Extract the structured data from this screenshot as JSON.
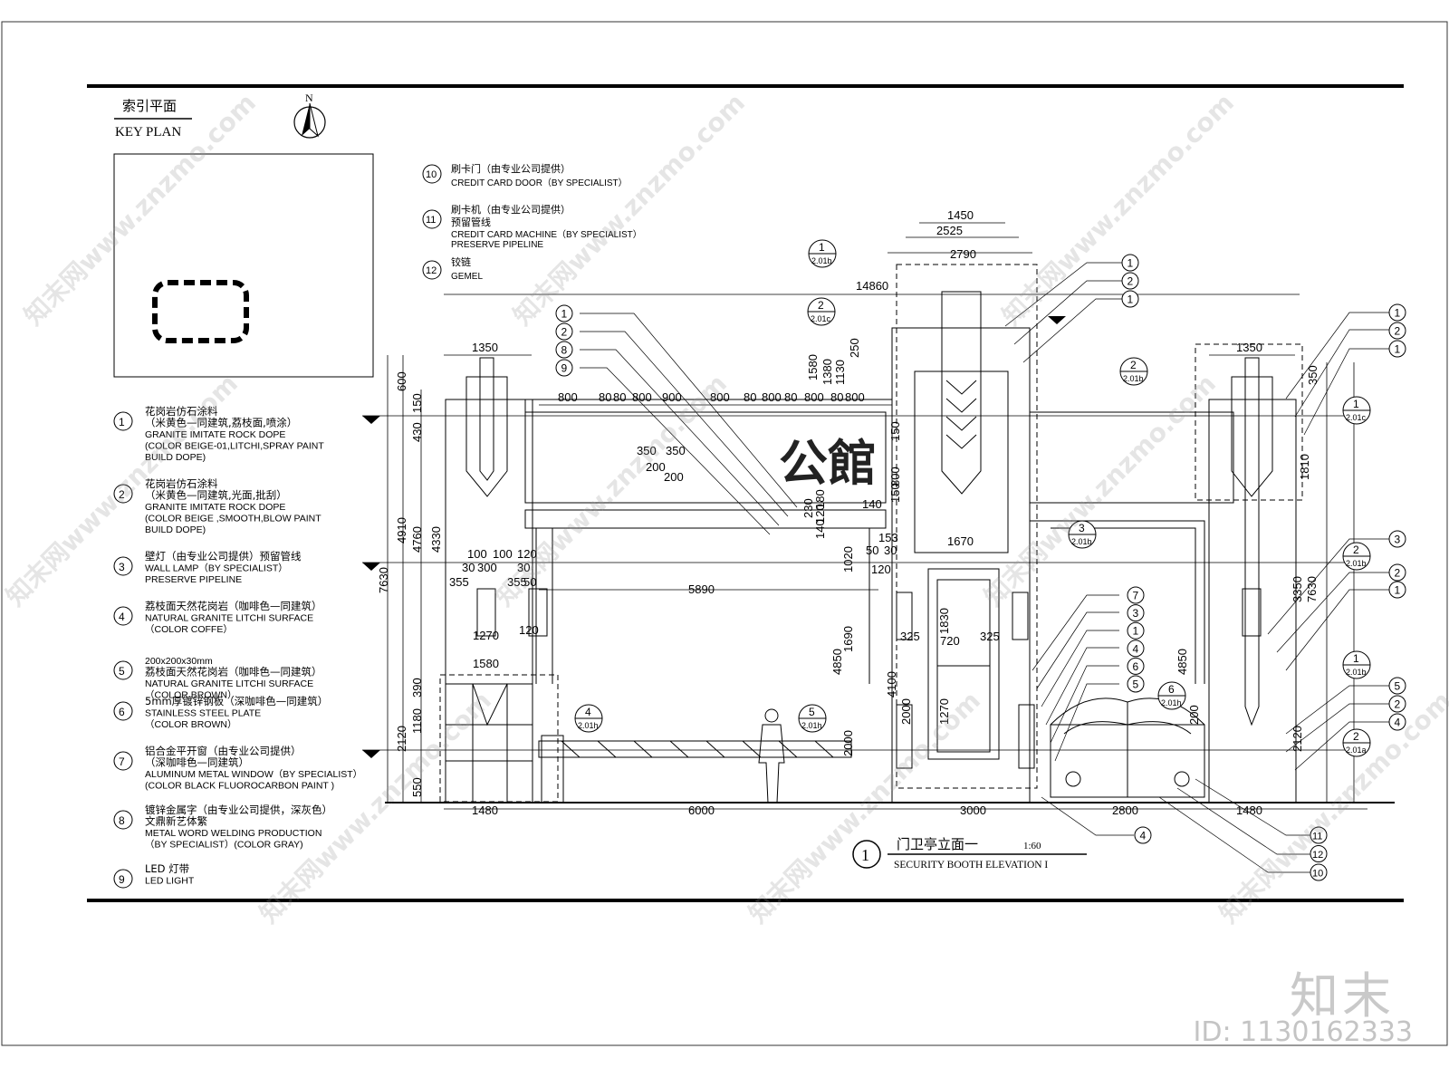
{
  "key_plan": {
    "title_cn": "索引平面",
    "title_en": "KEY PLAN",
    "north": "N"
  },
  "specialist_notes": [
    {
      "num": "10",
      "cn": "刷卡门（由专业公司提供）",
      "en": "CREDIT CARD DOOR（BY SPECIALIST）",
      "en2": ""
    },
    {
      "num": "11",
      "cn": "刷卡机（由专业公司提供）",
      "cn2": "预留管线",
      "en": "CREDIT CARD MACHINE（BY SPECIALIST）",
      "en2": "PRESERVE PIPELINE"
    },
    {
      "num": "12",
      "cn": "铰链",
      "en": "GEMEL",
      "en2": ""
    }
  ],
  "legend": [
    {
      "num": "1",
      "lines": [
        "花岗岩仿石涂料",
        "（米黄色—同建筑,荔枝面,喷涂）",
        "GRANITE IMITATE ROCK DOPE",
        "(COLOR BEIGE-01,LITCHI,SPRAY PAINT",
        "BUILD DOPE)"
      ]
    },
    {
      "num": "2",
      "lines": [
        "花岗岩仿石涂料",
        "（米黄色—同建筑,光面,批刮）",
        "GRANITE IMITATE ROCK DOPE",
        "(COLOR BEIGE ,SMOOTH,BLOW PAINT",
        "BUILD DOPE)"
      ]
    },
    {
      "num": "3",
      "lines": [
        "壁灯（由专业公司提供）预留管线",
        "WALL LAMP（BY SPECIALIST）",
        "PRESERVE PIPELINE"
      ]
    },
    {
      "num": "4",
      "lines": [
        "荔枝面天然花岗岩（咖啡色—同建筑）",
        "NATURAL GRANITE LITCHI SURFACE",
        "（COLOR  COFFE）"
      ]
    },
    {
      "num": "5",
      "lines": [
        "200x200x30mm",
        "荔枝面天然花岗岩（咖啡色—同建筑）",
        "NATURAL GRANITE LITCHI SURFACE",
        "（COLOR  BROWN）"
      ]
    },
    {
      "num": "6",
      "lines": [
        "5mm厚镀锌钢板（深咖啡色—同建筑）",
        "STAINLESS STEEL PLATE",
        "（COLOR  BROWN）"
      ]
    },
    {
      "num": "7",
      "lines": [
        "铝合金平开窗（由专业公司提供）",
        "（深咖啡色—同建筑）",
        "ALUMINUM METAL WINDOW（BY SPECIALIST）",
        "(COLOR BLACK FLUOROCARBON PAINT )"
      ]
    },
    {
      "num": "8",
      "lines": [
        "镀锌金属字（由专业公司提供，深灰色）",
        "文鼎新艺体繁",
        "METAL WORD WELDING PRODUCTION",
        "（BY SPECIALIST）(COLOR GRAY)"
      ]
    },
    {
      "num": "9",
      "lines": [
        "LED 灯带",
        "LED LIGHT"
      ]
    }
  ],
  "sign_text": "公館",
  "title_block": {
    "num": "1",
    "cn": "门卫亭立面一",
    "scale": "1:60",
    "en": "SECURITY BOOTH ELEVATION I"
  },
  "dimensions": {
    "top": [
      "1450",
      "2525",
      "2790",
      "14860",
      "1350",
      "1350"
    ],
    "upper_row": [
      "800",
      "80",
      "80",
      "800",
      "900",
      "800",
      "80",
      "800",
      "80",
      "800",
      "80",
      "800"
    ],
    "left_vertical": [
      "600",
      "150",
      "430",
      "4910",
      "4760",
      "4330",
      "7630",
      "2120",
      "390",
      "1180",
      "550"
    ],
    "mid_vertical": [
      "1580",
      "1380",
      "1130",
      "250",
      "150",
      "800",
      "150",
      "230",
      "180",
      "120",
      "140",
      "1020",
      "1690",
      "4850",
      "2000"
    ],
    "sign": [
      "350",
      "350",
      "200",
      "200",
      "140",
      "153",
      "50",
      "30"
    ],
    "pillar": [
      "100",
      "100",
      "120",
      "30",
      "300",
      "30",
      "355",
      "355",
      "50",
      "1270",
      "120",
      "1580"
    ],
    "opening": [
      "5890",
      "1670",
      "120"
    ],
    "booth": [
      "1830",
      "325",
      "720",
      "325",
      "1270",
      "4100",
      "2000",
      "4850",
      "200"
    ],
    "right_vertical": [
      "350",
      "1810",
      "3350",
      "7630",
      "2120"
    ],
    "bottom": [
      "1480",
      "6000",
      "3000",
      "2800",
      "1480"
    ]
  },
  "detail_refs": [
    {
      "num": "1",
      "sheet": "2.01b"
    },
    {
      "num": "2",
      "sheet": "2.01c"
    },
    {
      "num": "2",
      "sheet": "2.01b"
    },
    {
      "num": "1",
      "sheet": "2.01c"
    },
    {
      "num": "3",
      "sheet": "2.01b"
    },
    {
      "num": "2",
      "sheet": "2.01b"
    },
    {
      "num": "1",
      "sheet": "2.01b"
    },
    {
      "num": "4",
      "sheet": "2.01h"
    },
    {
      "num": "5",
      "sheet": "2.01h"
    },
    {
      "num": "6",
      "sheet": "2.01h"
    },
    {
      "num": "2",
      "sheet": "2.01a"
    }
  ],
  "callouts": {
    "booth_top": [
      "1",
      "2",
      "1"
    ],
    "left_gantry": [
      "1",
      "2",
      "8",
      "9"
    ],
    "right_pillar_top": [
      "1",
      "2",
      "1"
    ],
    "right_mid": [
      "3",
      "2",
      "1"
    ],
    "right_low": [
      "5",
      "2",
      "4"
    ],
    "booth_mid": [
      "7",
      "3",
      "1",
      "4",
      "6",
      "5"
    ],
    "gate_bottom": [
      "11",
      "12",
      "10"
    ],
    "bottom_center": [
      "4"
    ]
  },
  "watermarks": [
    "知末网www.znzmo.com",
    "知末网www.znzmo.com",
    "知末网www.znzmo.com",
    "知末网www.znzmo.com",
    "知末网www.znzmo.com",
    "知末网www.znzmo.com",
    "知末网www.znzmo.com",
    "知末网www.znzmo.com",
    "知末网www.znzmo.com"
  ],
  "brand": "知末",
  "image_id": "ID: 1130162333"
}
